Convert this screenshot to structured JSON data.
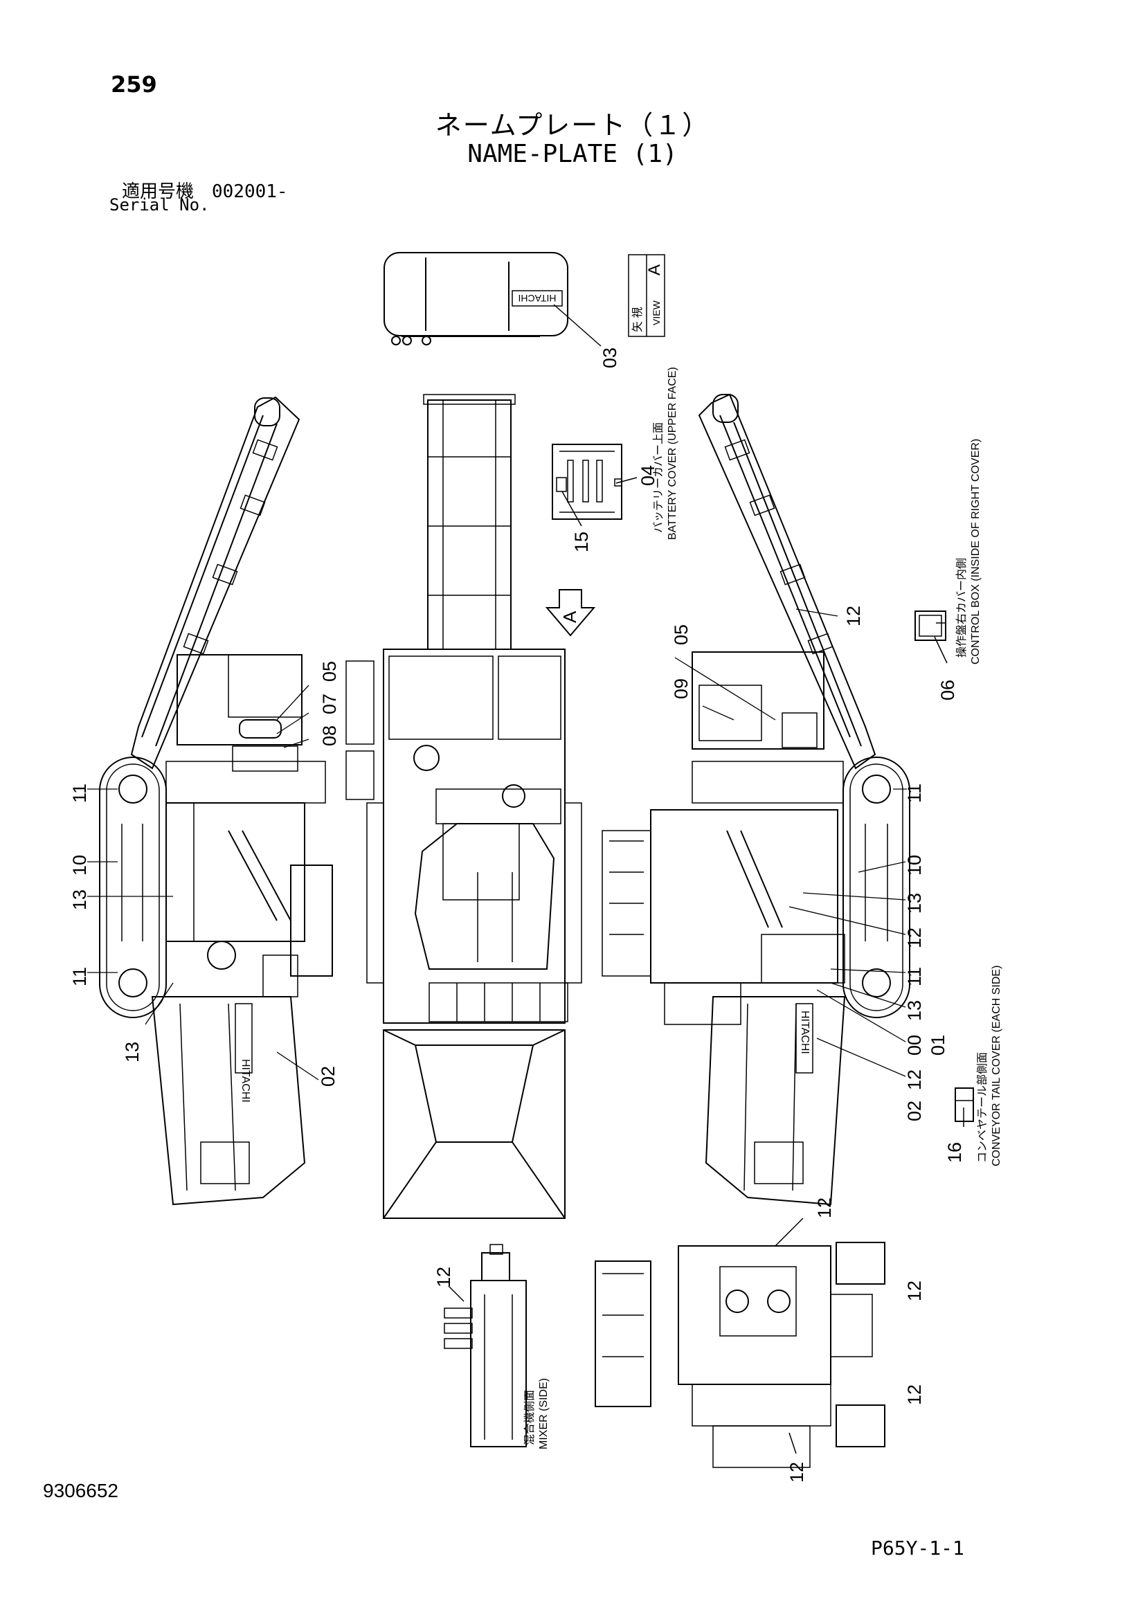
{
  "page": {
    "number": "259",
    "title_jp": "ネームプレート（１）",
    "title_en": "NAME-PLATE (1)",
    "serial_jp": "適用号機　002001-",
    "serial_en": "Serial No.",
    "doc_number": "9306652",
    "page_code": "P65Y-1-1"
  },
  "view_a": {
    "label_jp": "矢 視",
    "letter": "A",
    "label_en": "VIEW"
  },
  "captions": {
    "battery_jp": "バッテリーカバー上面",
    "battery_en": "BATTERY COVER (UPPER FACE)",
    "control_jp": "操作盤右カバー内側",
    "control_en": "CONTROL BOX (INSIDE OF RIGHT COVER)",
    "conveyor_jp": "コンベヤテール部側面",
    "conveyor_en": "CONVEYOR TAIL COVER (EACH SIDE)",
    "mixer_jp": "混合機側面",
    "mixer_en": "MIXER (SIDE)"
  },
  "brand_logo": "HITACHI",
  "callouts": {
    "c03": "03",
    "c04": "04",
    "c15": "15",
    "c12_ctrl": "12",
    "c06": "06",
    "c05_left": "05",
    "c07": "07",
    "c08": "08",
    "c11_left_top": "11",
    "c10_left": "10",
    "c13_left": "13",
    "c11_left_bot": "11",
    "c13_left_bot": "13",
    "c02_left": "02",
    "c05_right": "05",
    "c09": "09",
    "c11_right": "11",
    "c10_right": "10",
    "c13_right": "13",
    "c12_right": "12",
    "c11_right_bot": "11",
    "c13_right_bot": "13",
    "c00": "00",
    "c01": "01",
    "c12_bot": "12",
    "c02_right": "02",
    "c16": "16",
    "c12_mixer": "12",
    "c12_rear_top": "12",
    "c12_rear_r1": "12",
    "c12_rear_r2": "12",
    "c12_rear_bot": "12"
  }
}
